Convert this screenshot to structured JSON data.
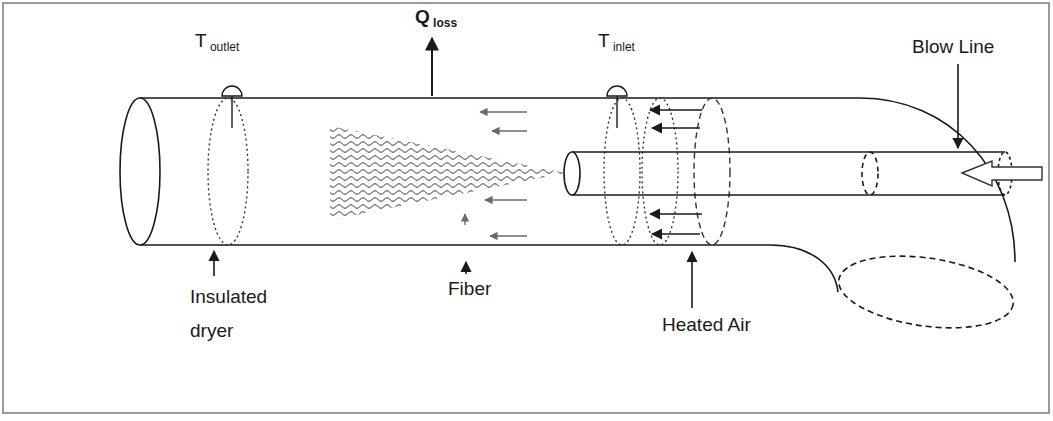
{
  "diagram": {
    "labels": [
      "T outlet",
      "Q loss",
      "T inlet",
      "Blow Line",
      "Insulated dryer",
      "Fiber",
      "Heated Air"
    ]
  }
}
